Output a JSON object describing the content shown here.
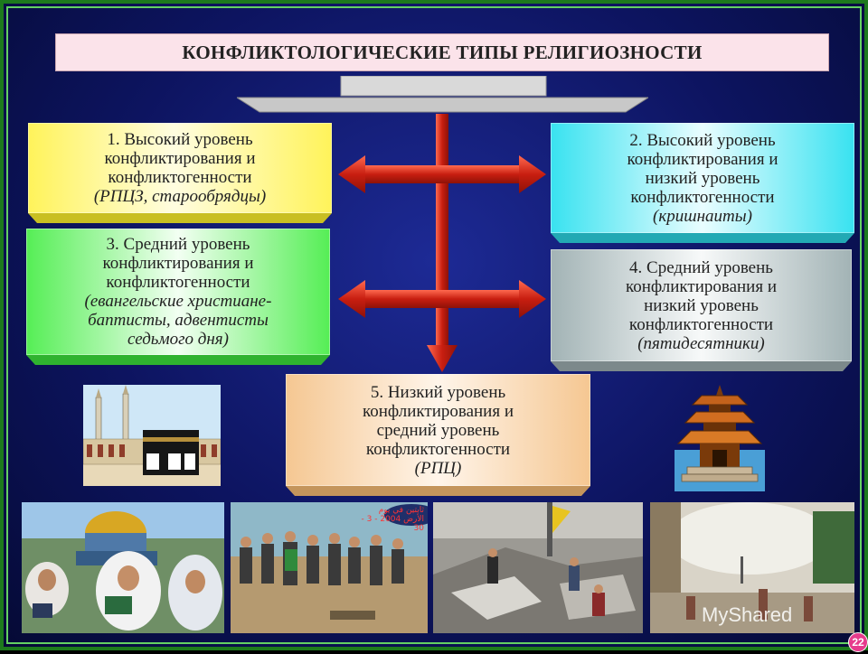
{
  "title": "КОНФЛИКТОЛОГИЧЕСКИЕ ТИПЫ РЕЛИГИОЗНОСТИ",
  "types": [
    {
      "lines": [
        "1. Высокий уровень",
        "конфликтирования и",
        "конфликтогенности"
      ],
      "example": "(РПЦЗ, старообрядцы)"
    },
    {
      "lines": [
        "2. Высокий уровень",
        "конфликтирования и",
        "низкий уровень",
        "конфликтогенности"
      ],
      "example": "(кришнаиты)"
    },
    {
      "lines": [
        "3. Средний уровень",
        "конфликтирования и",
        "конфликтогенности"
      ],
      "example_lines": [
        "(евангельские христиане-",
        "баптисты, адвентисты",
        "седьмого дня)"
      ]
    },
    {
      "lines": [
        "4. Средний уровень",
        "конфликтирования и",
        "низкий уровень",
        "конфликтогенности"
      ],
      "example": "(пятидесятники)"
    },
    {
      "lines": [
        "5. Низкий уровень",
        "конфликтирования и",
        "средний уровень",
        "конфликтогенности"
      ],
      "example": "(РПЦ)"
    }
  ],
  "photo_caption": "ثابتين في يوم الأرض 2004 - 3 - 30",
  "watermark": "MyShared",
  "page_number": "22",
  "colors": {
    "type1": "#fff35a",
    "type2": "#38e2f0",
    "type3": "#55ee55",
    "type4": "#a2b3b5",
    "type5": "#f5c792",
    "arrow": "#d42a1a",
    "frame": "#1d7a1d"
  }
}
